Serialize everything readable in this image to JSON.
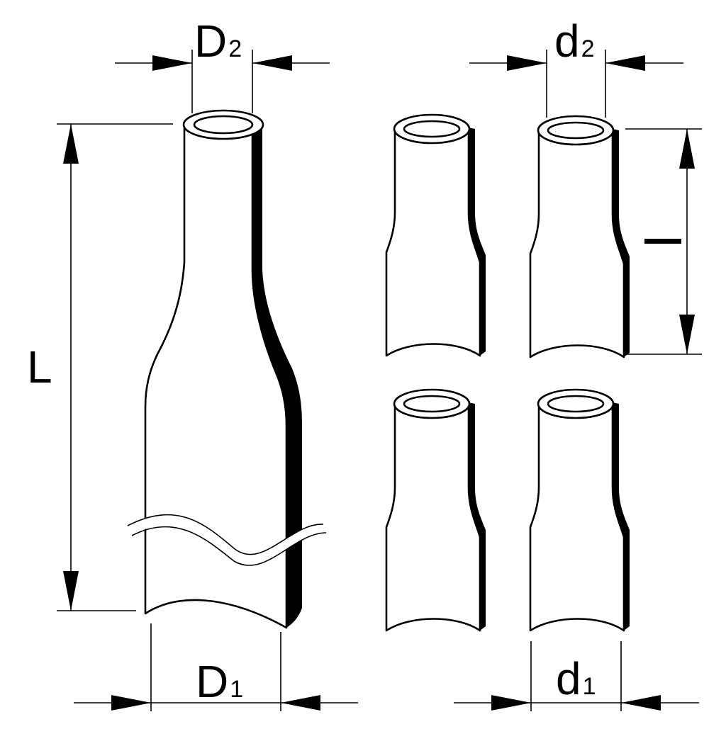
{
  "labels": {
    "L": "L",
    "D2": {
      "main": "D",
      "sub": "2"
    },
    "D1": {
      "main": "D",
      "sub": "1"
    },
    "d2": {
      "main": "d",
      "sub": "2"
    },
    "d1": {
      "main": "d",
      "sub": "1"
    },
    "l": "l"
  },
  "colors": {
    "line": "#000000",
    "background": "#ffffff"
  }
}
